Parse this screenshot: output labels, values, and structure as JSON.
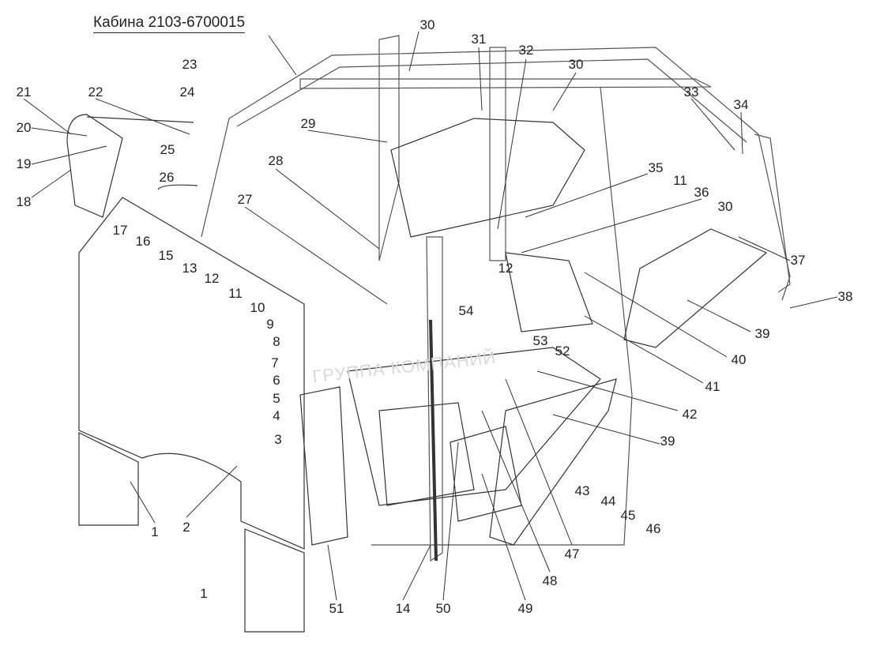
{
  "diagram": {
    "title": "Кабина 2103-6700015",
    "watermark": "ГРУППА КОМПАНИЙ",
    "part_labels": [
      "30",
      "31",
      "32",
      "30",
      "23",
      "24",
      "22",
      "21",
      "20",
      "19",
      "18",
      "25",
      "26",
      "17",
      "16",
      "15",
      "13",
      "12",
      "11",
      "10",
      "9",
      "8",
      "7",
      "6",
      "5",
      "4",
      "3",
      "29",
      "28",
      "27",
      "33",
      "34",
      "35",
      "11",
      "36",
      "30",
      "37",
      "38",
      "39",
      "40",
      "41",
      "42",
      "39",
      "43",
      "44",
      "45",
      "46",
      "47",
      "48",
      "49",
      "50",
      "14",
      "51",
      "2",
      "1",
      "1",
      "12",
      "54",
      "53",
      "52"
    ]
  }
}
